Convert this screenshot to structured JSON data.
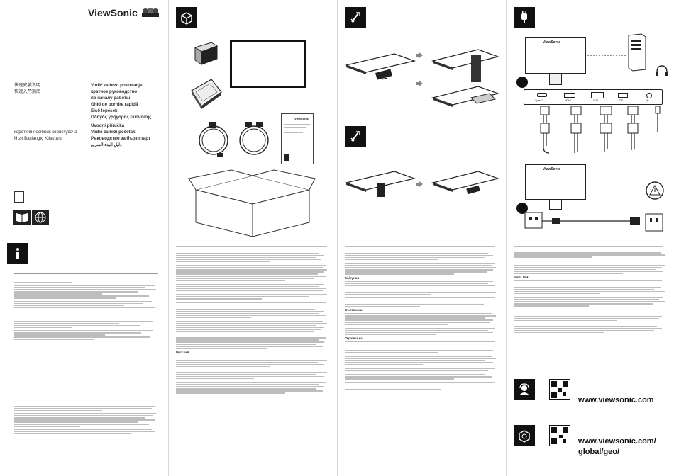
{
  "brand": {
    "name": "ViewSonic"
  },
  "languages_left": {
    "line1": "快速安装说明",
    "line2": "快速入門指南",
    "line3": "короткий посібник користувача",
    "line4": "Hızlı Başlangıç Kılavuzu"
  },
  "languages_right": {
    "l1": "Vodič za brzo pokretanje",
    "l2": "кратное руководство",
    "l3": "по началу работы",
    "l4": "Ghid de pornire rapidă",
    "l5": "Első lépések",
    "l6": "Οδηγός γρήγορης εκκίνησης",
    "l7": "Úvodní příručka",
    "l8": "Vodič za brzi početak",
    "l9": "Ръководство за бърз старт",
    "l10": "دليل البدء السريع"
  },
  "box_card": {
    "brand": "ViewSonic"
  },
  "monitor_logo": "ViewSonic",
  "monitor_logo2": "ViewSonic",
  "ports": {
    "p1": "Type C",
    "p2": "HDMI",
    "p3": "VGA",
    "p4": "DP",
    "p5": "◎"
  },
  "sections": {
    "s1": "ENGLISH",
    "s2": "Русский",
    "s3": "Ελληνικά",
    "s4": "Български",
    "s5": "Українська"
  },
  "websites": {
    "site1": "www.viewsonic.com",
    "site2a": "www.viewsonic.com/",
    "site2b": "global/geo/"
  },
  "icons": [
    "box-icon",
    "wrench-icon",
    "plug-icon",
    "info-icon",
    "support-icon",
    "globe-icon",
    "manual-icon"
  ]
}
